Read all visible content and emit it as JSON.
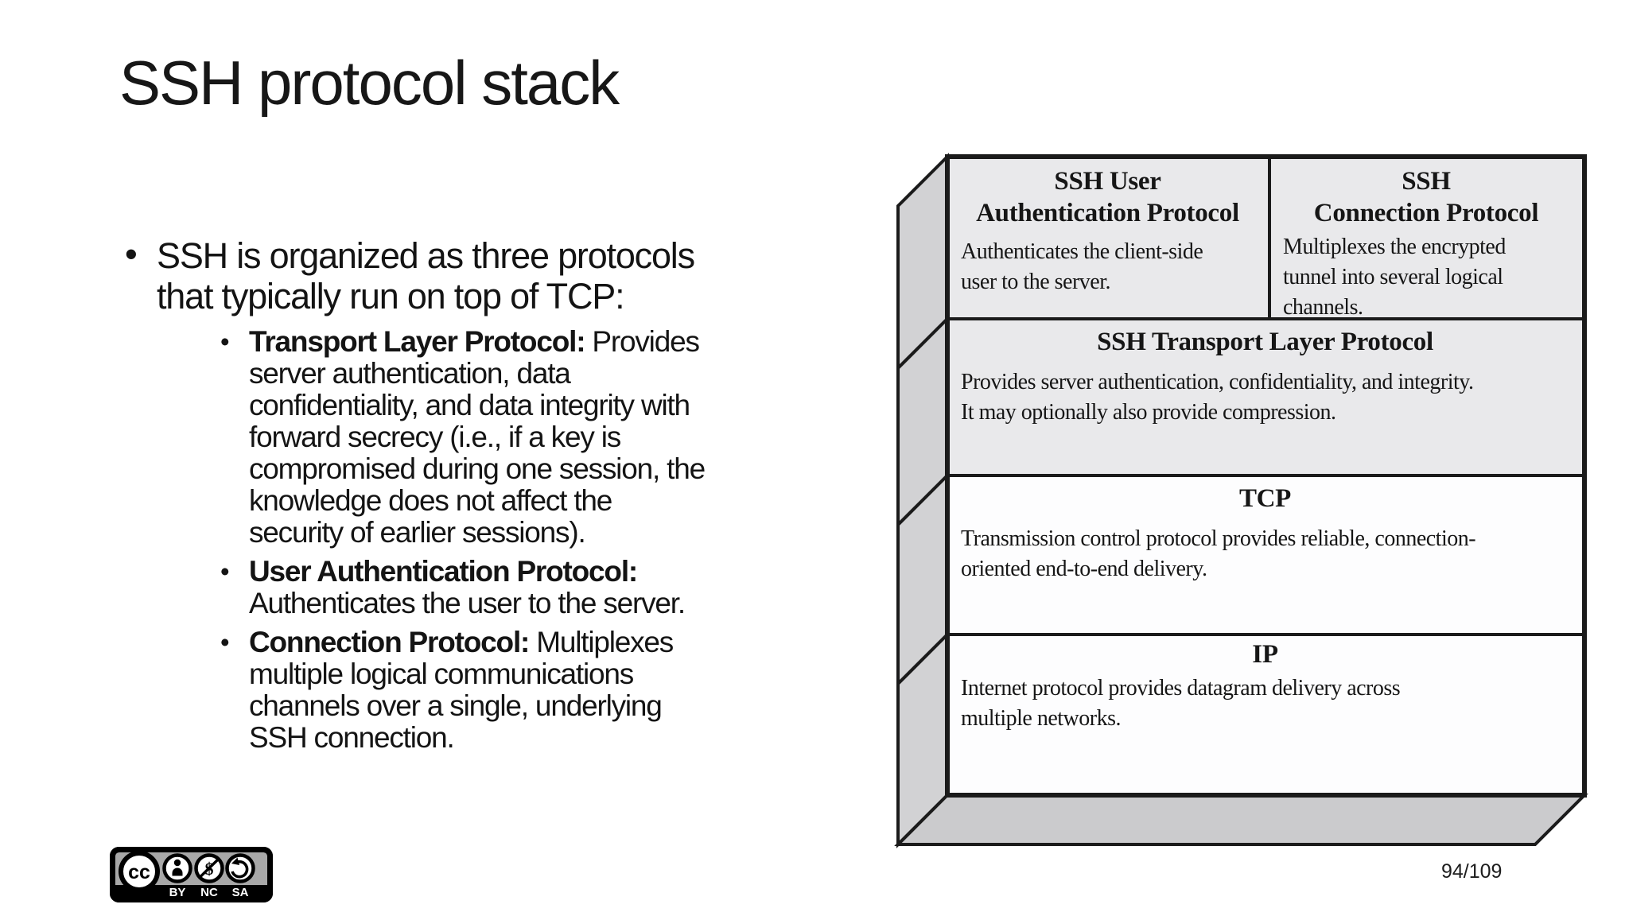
{
  "slide": {
    "title": "SSH protocol stack",
    "page_indicator": "94/109"
  },
  "content": {
    "intro": "SSH is organized as three protocols\nthat typically run on top of TCP:",
    "protocols": [
      {
        "label": "Transport Layer Protocol:",
        "desc": " Provides\nserver authentication, data\nconfidentiality, and data integrity with\nforward secrecy (i.e., if a key is\ncompromised during one session, the\nknowledge does not affect the\nsecurity of earlier sessions)."
      },
      {
        "label": "User Authentication Protocol:",
        "desc": "\nAuthenticates the user to the server."
      },
      {
        "label": "Connection Protocol:",
        "desc": " Multiplexes\nmultiple logical communications\nchannels over a single, underlying\nSSH connection."
      }
    ]
  },
  "diagram": {
    "top_cells": [
      {
        "title": "SSH User\nAuthentication Protocol",
        "body": "Authenticates the client-side\nuser to the server."
      },
      {
        "title": "SSH\nConnection Protocol",
        "body": "Multiplexes the encrypted\ntunnel into several logical\nchannels."
      }
    ],
    "layers": [
      {
        "title": "SSH Transport Layer Protocol",
        "body": "Provides server authentication, confidentiality, and integrity.\nIt may optionally also provide compression."
      },
      {
        "title": "TCP",
        "body": "Transmission control protocol provides reliable, connection-\noriented end-to-end delivery."
      },
      {
        "title": "IP",
        "body": "Internet protocol provides datagram delivery across\nmultiple networks."
      }
    ]
  },
  "license": {
    "cc_label": "cc",
    "items": [
      "BY",
      "NC",
      "SA"
    ]
  },
  "colors": {
    "layer_gray": "#e9e9eb",
    "layer_white": "#fdfdfe",
    "side_gray": "#d2d2d4",
    "base_gray": "#cbcbcd",
    "outline": "#1b1b1b",
    "badge_gray": "#a8a8a8"
  }
}
